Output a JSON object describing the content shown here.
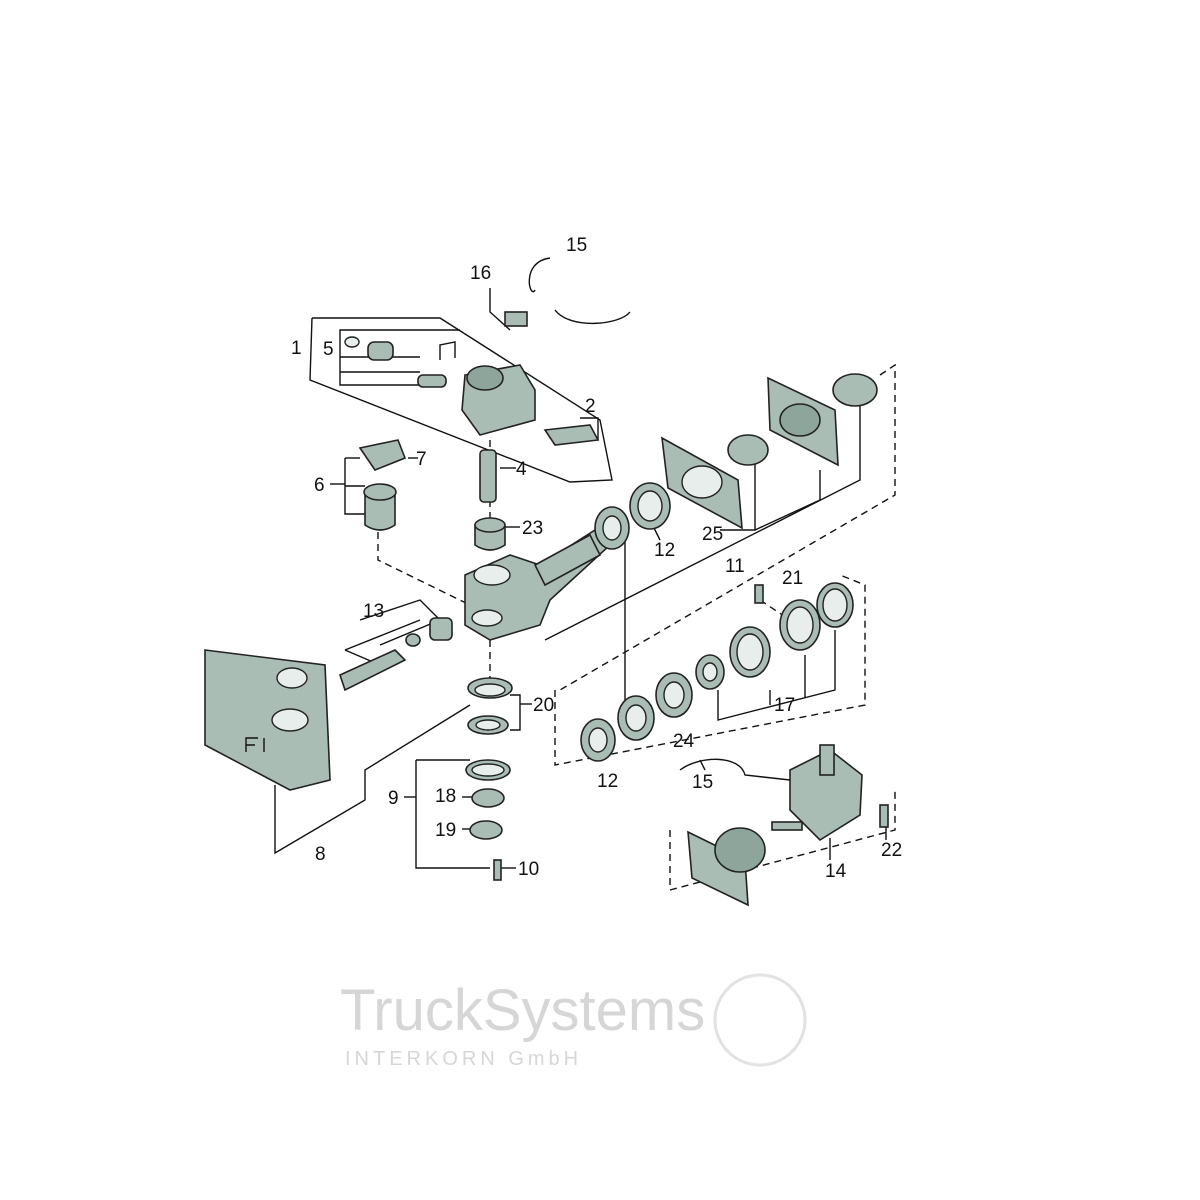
{
  "watermark": {
    "brand": "TruckSystems",
    "company": "INTERKORN GmbH"
  },
  "colors": {
    "part_fill": "#a9bdb5",
    "line": "#111111"
  },
  "callouts": [
    {
      "id": "15a",
      "label": "15"
    },
    {
      "id": "16",
      "label": "16"
    },
    {
      "id": "1",
      "label": "1"
    },
    {
      "id": "5",
      "label": "5"
    },
    {
      "id": "2",
      "label": "2"
    },
    {
      "id": "7",
      "label": "7"
    },
    {
      "id": "4",
      "label": "4"
    },
    {
      "id": "6",
      "label": "6"
    },
    {
      "id": "23",
      "label": "23"
    },
    {
      "id": "12a",
      "label": "12"
    },
    {
      "id": "25",
      "label": "25"
    },
    {
      "id": "11",
      "label": "11"
    },
    {
      "id": "21",
      "label": "21"
    },
    {
      "id": "13",
      "label": "13"
    },
    {
      "id": "20",
      "label": "20"
    },
    {
      "id": "17",
      "label": "17"
    },
    {
      "id": "24",
      "label": "24"
    },
    {
      "id": "12b",
      "label": "12"
    },
    {
      "id": "15b",
      "label": "15"
    },
    {
      "id": "9",
      "label": "9"
    },
    {
      "id": "18",
      "label": "18"
    },
    {
      "id": "19",
      "label": "19"
    },
    {
      "id": "8",
      "label": "8"
    },
    {
      "id": "10",
      "label": "10"
    },
    {
      "id": "14",
      "label": "14"
    },
    {
      "id": "22",
      "label": "22"
    }
  ]
}
